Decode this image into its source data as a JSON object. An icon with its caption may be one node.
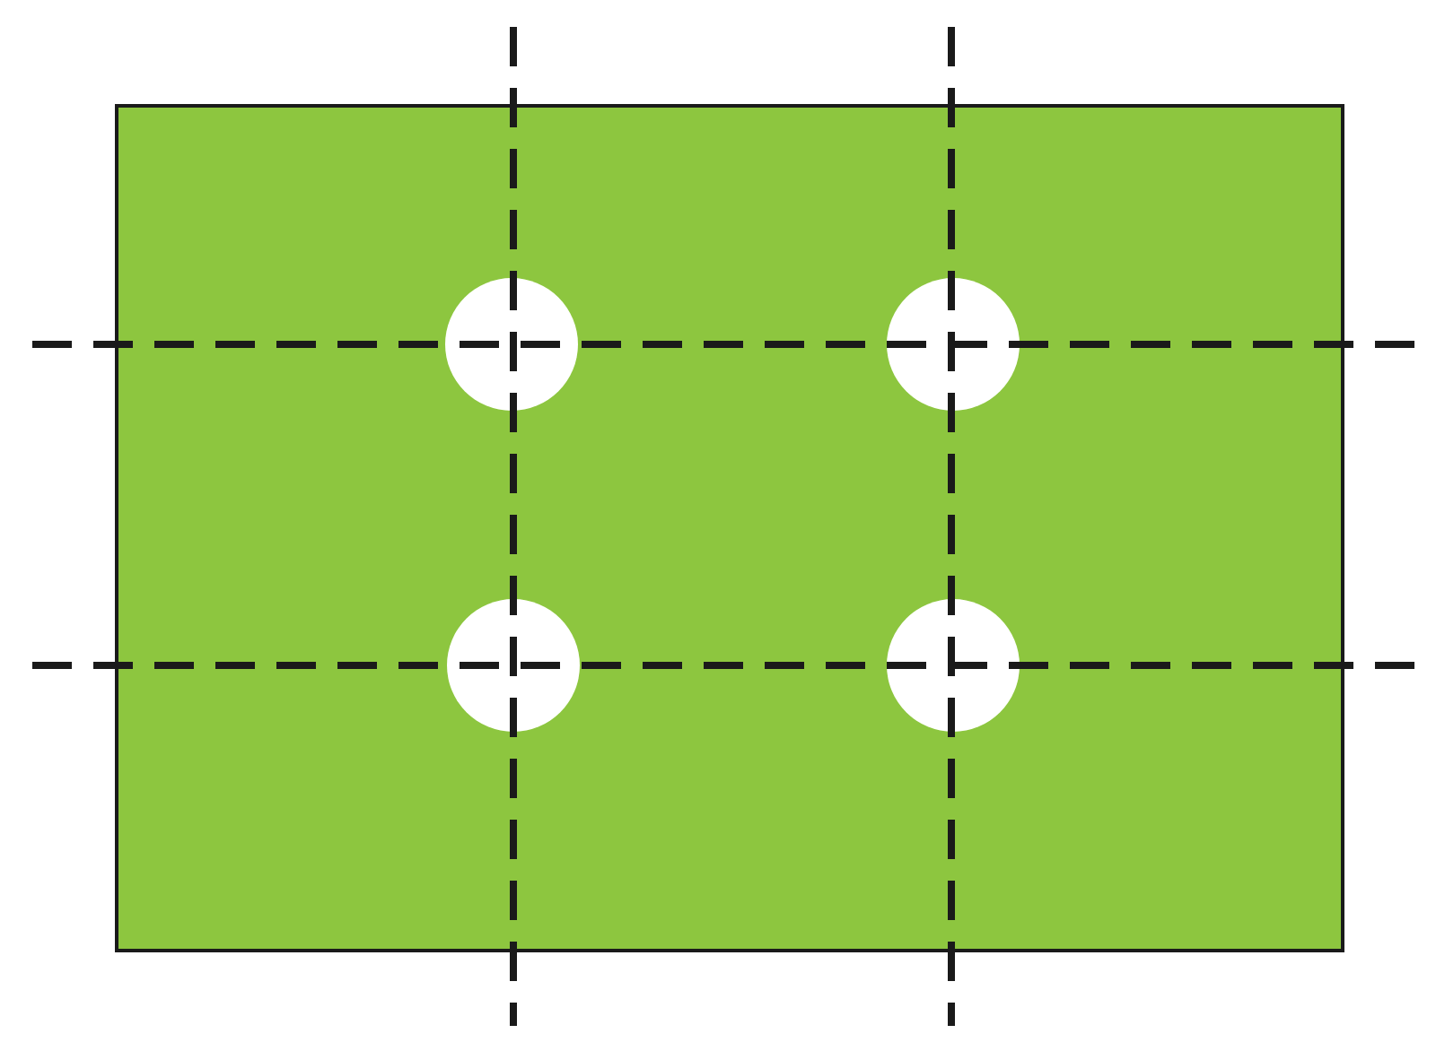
{
  "diagram": {
    "nodes": [
      {
        "text": [],
        "shape": "box"
      },
      {
        "text": [],
        "shape": "circle",
        "in": 0
      },
      {
        "text": [],
        "shape": "circle",
        "in": 0
      },
      {
        "text": [],
        "shape": "circle",
        "in": 0
      },
      {
        "text": [],
        "shape": "circle",
        "in": 0
      }
    ]
  }
}
